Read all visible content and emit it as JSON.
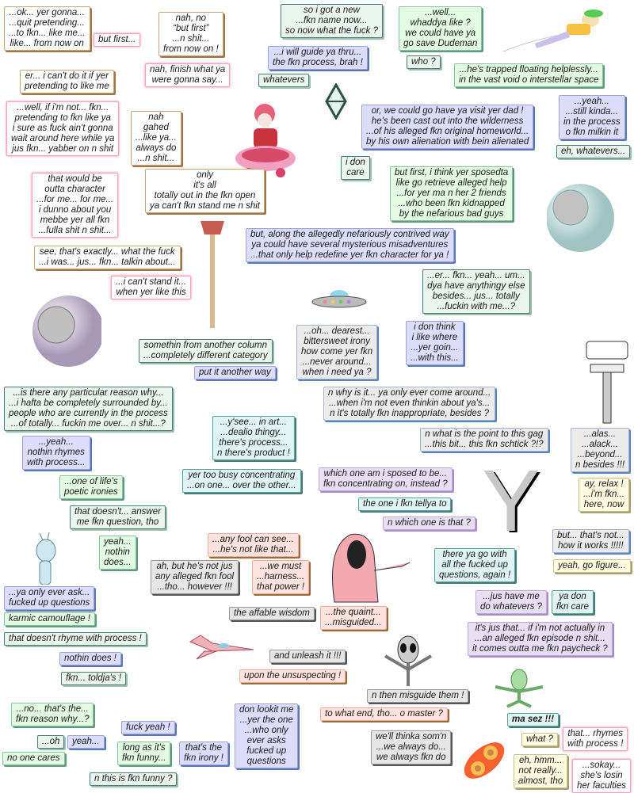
{
  "bubbles": [
    {
      "text": "...ok... yer gonna...\n...quit pretending...\n...to fkn... like me...\nlike... from now on",
      "theme": "brown"
    },
    {
      "text": "but first...",
      "theme": "pink"
    },
    {
      "text": "nah, no\n“but first”\n...n shit...\nfrom now on !",
      "theme": "brown"
    },
    {
      "text": "nah, finish what ya\nwere gonna say...",
      "theme": "pink"
    },
    {
      "text": "er... i can't do it if yer\npretending to like me",
      "theme": "brown"
    },
    {
      "text": "...well, if i'm not... fkn...\npretending to fkn like ya\ni sure as fuck ain't gonna\nwait around here while ya\njus fkn... yabber on n shit",
      "theme": "pink"
    },
    {
      "text": "nah\ngahed\n...like ya...\nalways do\n...n shit...",
      "theme": "brown"
    },
    {
      "text": "only\nit's all\ntotally out in the fkn open\nya can't fkn stand me n shit",
      "theme": "brown"
    },
    {
      "text": "that would be\noutta character\n...for me... for me...\ni dunno about you\nmebbe yer all fkn\n...fulla shit n shit...",
      "theme": "pink"
    },
    {
      "text": "see, that's exactly... what the fuck\n...i was... jus... fkn... talkin about...",
      "theme": "brown"
    },
    {
      "text": "...i can't stand it...\nwhen yer like this",
      "theme": "pink"
    },
    {
      "text": "so i got a new\n...fkn name now...\nso now what the fuck ?",
      "theme": "green"
    },
    {
      "text": "...i will guide ya thru...\nthe fkn process, brah !",
      "theme": "lav"
    },
    {
      "text": "whatevers",
      "theme": "green"
    },
    {
      "text": "...well...\nwhaddya like ?\nwe could have ya\ngo save Dudeman",
      "theme": "mint"
    },
    {
      "text": "who ?",
      "theme": "green"
    },
    {
      "text": "...he's trapped floating helplessly...\nin the vast void o interstellar space",
      "theme": "mint"
    },
    {
      "text": "or, we could go have ya visit yer dad !\nhe's been cast out into the wilderness\n...of his alleged fkn original homeworld...\nby his own alienation with bein alienated",
      "theme": "lav"
    },
    {
      "text": "...yeah...\n...still kinda...\nin the process\no fkn milkin it",
      "theme": "lav"
    },
    {
      "text": "eh, whatevers...",
      "theme": "green"
    },
    {
      "text": "i don\ncare",
      "theme": "green"
    },
    {
      "text": "but first, i think yer sposedta\nlike go retrieve alleged help\n...for yer ma n her 2 friends\n...who been fkn kidnapped\nby the nefarious bad guys",
      "theme": "mint"
    },
    {
      "text": "but, along the allegedly nefariously contrived way\nya could have several mysterious misadventures\n...that only help redefine yer fkn character for ya !",
      "theme": "lav"
    },
    {
      "text": "...er... fkn... yeah... um...\ndya have anythingy else\nbesides... jus... totally\n...fuckin with me...?",
      "theme": "green"
    },
    {
      "text": "i don think\ni like where\n...yer goin...\n...with this...",
      "theme": "lav"
    },
    {
      "text": "...oh... dearest...\nbittersweet irony\nhow come yer fkn\n...never around...\nwhen i need ya ?",
      "theme": "grey"
    },
    {
      "text": "somethin from another column\n...completely different category",
      "theme": "green"
    },
    {
      "text": "put it another way",
      "theme": "lav"
    },
    {
      "text": "n why is it... ya only ever come around...\n...when i'm not even thinkin about ya's...\nn it's totally fkn inappropriate, besides ?",
      "theme": "grey"
    },
    {
      "text": "n what is the point to this gag\n...this bit... this fkn schtick ?!?",
      "theme": "grey"
    },
    {
      "text": "...alas...\n...alack...\n...beyond...\nn besides !!!",
      "theme": "grey"
    },
    {
      "text": "ay, relax !\n...i'm fkn...\nhere, now",
      "theme": "yellow"
    },
    {
      "text": "...is there any particular reason why...\n...i hafta be completely surrounded by...\npeople who are currently in the process\n...of totally... fuckin me over... n shit...?",
      "theme": "green"
    },
    {
      "text": "...yeah...\nnothin rhymes\nwith process...",
      "theme": "lav"
    },
    {
      "text": "...one of life's\npoetic ironies",
      "theme": "mint"
    },
    {
      "text": "that doesn't... answer\nme fkn question, tho",
      "theme": "green"
    },
    {
      "text": "yeah...\nnothin\ndoes...",
      "theme": "mint"
    },
    {
      "text": "...y'see... in art...\n...dealio thingy...\nthere's process...\nn there's product !",
      "theme": "cyan"
    },
    {
      "text": "yer too busy concentrating\n...on one... over the other...",
      "theme": "cyan"
    },
    {
      "text": "which one am i sposed to be...\nfkn concentrating on, instead ?",
      "theme": "purple"
    },
    {
      "text": "the one i fkn tellya to",
      "theme": "cyan"
    },
    {
      "text": "n which one is that ?",
      "theme": "purple"
    },
    {
      "text": "but... that's not...\nhow it works !!!!!",
      "theme": "grey"
    },
    {
      "text": "yeah, go figure...",
      "theme": "yellow"
    },
    {
      "text": "...any fool can see...\n...he's not like that...",
      "theme": "salmon"
    },
    {
      "text": "ah, but he's not jus\nany alleged fkn fool\n...tho... however !!!",
      "theme": "greyd"
    },
    {
      "text": "...we must\n...harness...\nthat power !",
      "theme": "salmon"
    },
    {
      "text": "the affable wisdom",
      "theme": "greyd"
    },
    {
      "text": "...the quaint...\n...misguided...",
      "theme": "salmon"
    },
    {
      "text": "there ya go with\nall the fucked up\nquestions, again !",
      "theme": "cyan"
    },
    {
      "text": "...jus have me\ndo whatevers ?",
      "theme": "purple"
    },
    {
      "text": "ya don\nfkn care",
      "theme": "cyan"
    },
    {
      "text": "it's jus that... if i'm not actually in\n...an alleged fkn episode n shit...\nit comes outta me fkn paycheck ?",
      "theme": "purple"
    },
    {
      "text": "...ya only ever ask...\nfucked up questions",
      "theme": "lav"
    },
    {
      "text": "karmic camouflage !",
      "theme": "mint"
    },
    {
      "text": "that doesn't rhyme with process !",
      "theme": "green"
    },
    {
      "text": "nothin does !",
      "theme": "lav"
    },
    {
      "text": "fkn... toldja's !",
      "theme": "green"
    },
    {
      "text": "and unleash it !!!",
      "theme": "greyd"
    },
    {
      "text": "upon the unsuspecting !",
      "theme": "salmon"
    },
    {
      "text": "n then misguide them !",
      "theme": "greyd"
    },
    {
      "text": "to what end, tho... o master ?",
      "theme": "salmon"
    },
    {
      "text": "we'll thinka som'n\n...we always do...\nwe always fkn do",
      "theme": "greyd"
    },
    {
      "text": "ma sez !!!",
      "theme": "cyan bold"
    },
    {
      "text": "what ?",
      "theme": "yellow"
    },
    {
      "text": "that... rhymes\nwith process !",
      "theme": "pink"
    },
    {
      "text": "eh, hmm...\nnot really...\nalmost, tho",
      "theme": "yellow"
    },
    {
      "text": "...sokay...\nshe's losin\nher faculties",
      "theme": "pink"
    },
    {
      "text": "...no... that's the...\nfkn reason why...?",
      "theme": "mint"
    },
    {
      "text": "...oh",
      "theme": "green"
    },
    {
      "text": "yeah...",
      "theme": "lav"
    },
    {
      "text": "no one cares",
      "theme": "mint"
    },
    {
      "text": "fuck yeah !",
      "theme": "lav"
    },
    {
      "text": "long as it's\nfkn funny...",
      "theme": "mint"
    },
    {
      "text": "that's the\nfkn irony !",
      "theme": "lav"
    },
    {
      "text": "n this is fkn funny ?",
      "theme": "green"
    },
    {
      "text": "don lookit me\n...yer the one\n...who only\never asks\nfucked up\nquestions",
      "theme": "lav"
    }
  ],
  "big_letter": "Y"
}
